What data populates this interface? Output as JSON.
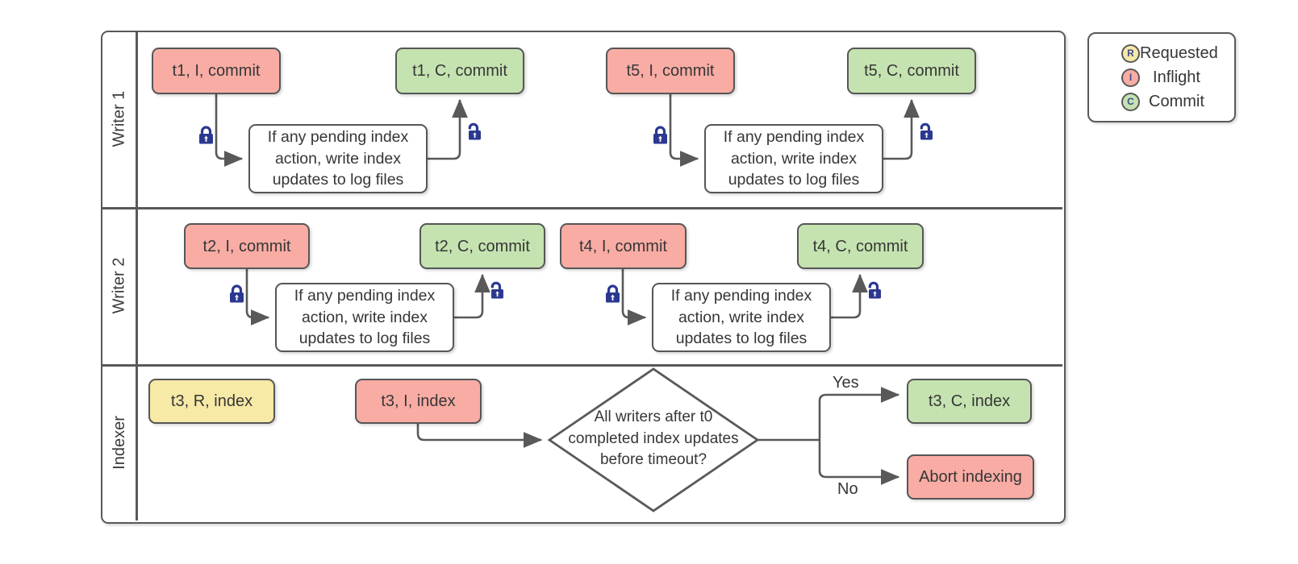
{
  "colors": {
    "requested_fill": "#F7E9A6",
    "inflight_fill": "#F8ACA4",
    "commit_fill": "#C5E3B0",
    "action_fill": "#FFFFFF",
    "border_gray": "#595959",
    "line_gray": "#595959",
    "lock_blue": "#2B3890",
    "text": "#3A3A3A"
  },
  "legend": {
    "items": [
      {
        "letter": "R",
        "label": "Requested"
      },
      {
        "letter": "I",
        "label": "Inflight"
      },
      {
        "letter": "C",
        "label": "Commit"
      }
    ]
  },
  "lanes": [
    {
      "label": "Writer 1",
      "sequences": [
        {
          "inflight": "t1, I, commit",
          "action": "If any pending index action, write index updates to log files",
          "commit": "t1, C, commit"
        },
        {
          "inflight": "t5, I, commit",
          "action": "If any pending index action, write index updates to log files",
          "commit": "t5, C, commit"
        }
      ]
    },
    {
      "label": "Writer 2",
      "sequences": [
        {
          "inflight": "t2, I, commit",
          "action": "If any pending index action, write index updates to log files",
          "commit": "t2, C, commit"
        },
        {
          "inflight": "t4, I, commit",
          "action": "If any pending index action, write index updates to log files",
          "commit": "t4, C, commit"
        }
      ]
    },
    {
      "label": "Indexer",
      "requested": "t3, R, index",
      "inflight": "t3, I, index",
      "decision": "All writers after t0 completed index updates before timeout?",
      "yes_label": "Yes",
      "no_label": "No",
      "commit": "t3, C, index",
      "abort": "Abort indexing"
    }
  ]
}
